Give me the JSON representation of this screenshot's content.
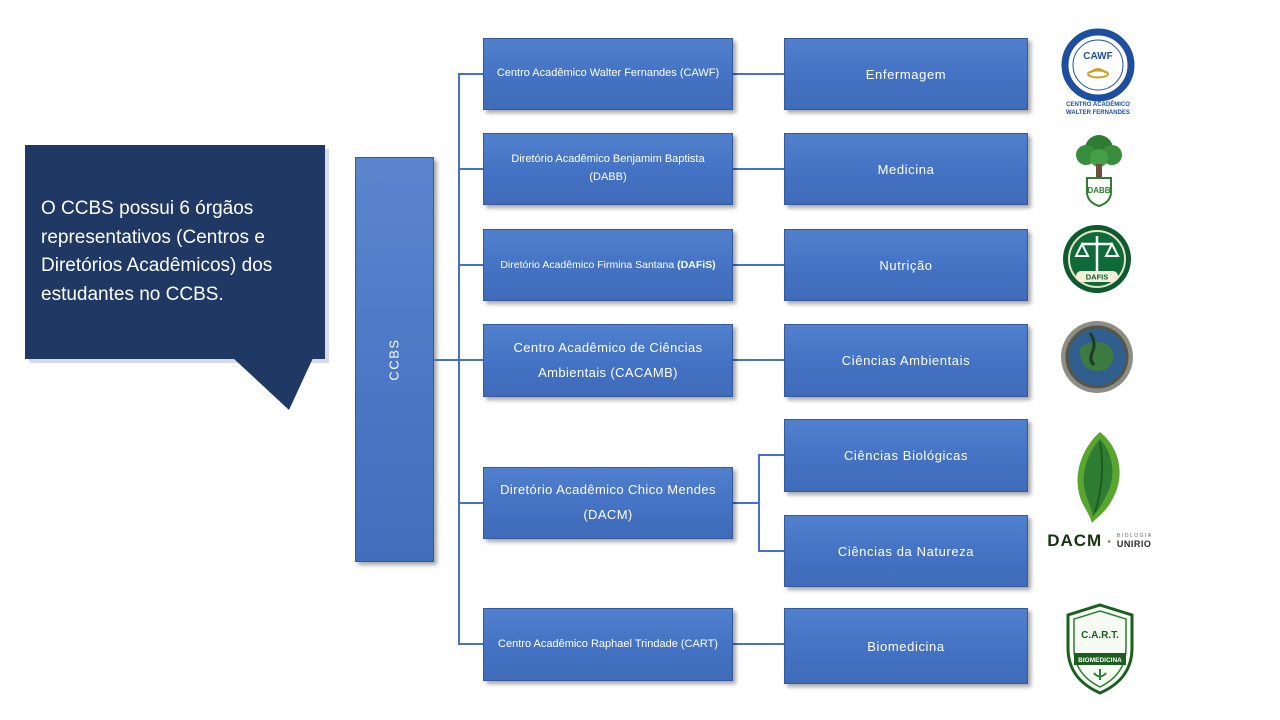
{
  "callout": {
    "text": "O CCBS possui 6 órgãos representativos (Centros e Diretórios Acadêmicos) dos estudantes no CCBS."
  },
  "root": {
    "label": "CCBS"
  },
  "orgs": [
    {
      "label": "Centro Acadêmico Walter Fernandes (CAWF)"
    },
    {
      "label": "Diretório Acadêmico Benjamim Baptista (DABB)"
    },
    {
      "label_before": "Diretório Acadêmico Firmina Santana ",
      "label_bold": "(DAFiS)"
    },
    {
      "label": "Centro Acadêmico de Ciências Ambientais (CACAMB)"
    },
    {
      "label": "Diretório Acadêmico Chico Mendes (DACM)"
    },
    {
      "label": "Centro Acadêmico Raphael Trindade (CART)"
    }
  ],
  "courses": [
    {
      "label": "Enfermagem"
    },
    {
      "label": "Medicina"
    },
    {
      "label": "Nutrição"
    },
    {
      "label": "Ciências Ambientais"
    },
    {
      "label": "Ciências Biológicas"
    },
    {
      "label": "Ciências da Natureza"
    },
    {
      "label": "Biomedicina"
    }
  ],
  "logos": {
    "cawf": {
      "title": "CAWF",
      "banner1": "CENTRO ACADÊMICO",
      "banner2": "WALTER FERNANDES"
    },
    "dabb": {
      "title": "DABB"
    },
    "dafis": {
      "banner": "DAFIS"
    },
    "dacm": {
      "name": "DACM",
      "dot": "·",
      "sub_top": "BIOLOGIA",
      "sub_bottom": "UNIRIO"
    },
    "cart": {
      "title": "C.A.R.T.",
      "banner": "BIOMEDICINA"
    }
  },
  "colors": {
    "node_blue": "#4472c4",
    "callout_navy": "#1f3864",
    "connector_blue": "#4472c4"
  }
}
